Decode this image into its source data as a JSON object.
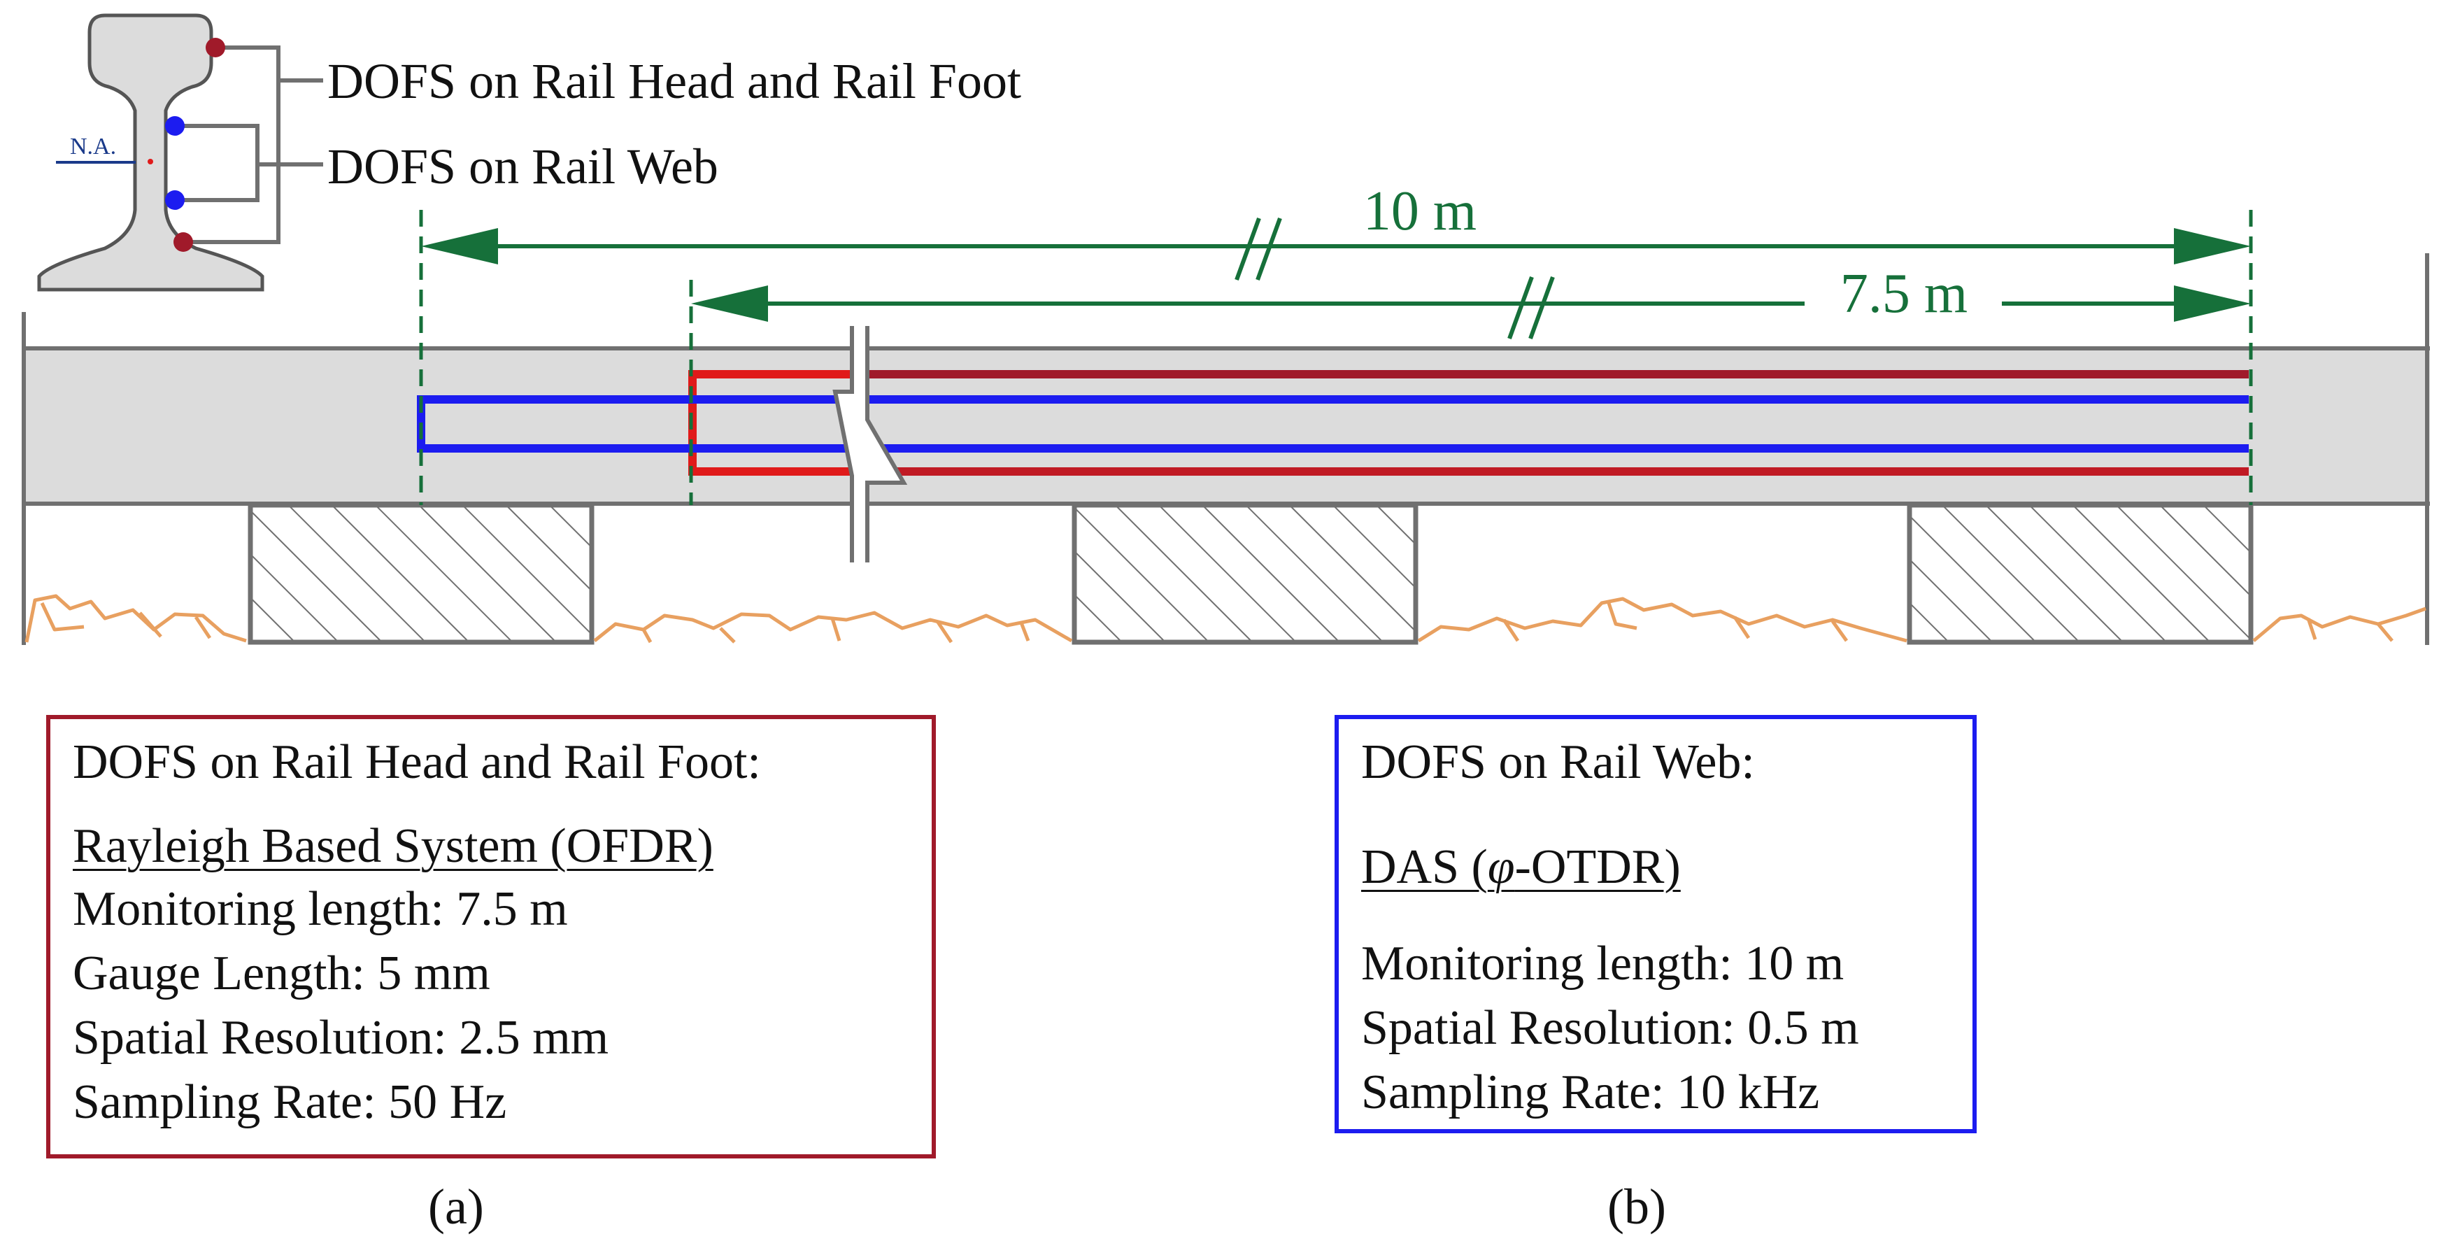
{
  "labels": {
    "top_head_foot": "DOFS on Rail Head and Rail Foot",
    "top_web": "DOFS on Rail Web",
    "neutral_axis": "N.A.",
    "dim_long": "10 m",
    "dim_short": "7.5 m"
  },
  "box_a": {
    "heading": "DOFS on Rail Head and Rail Foot:",
    "system": "Rayleigh Based System (OFDR)",
    "monitoring_length": "Monitoring length: 7.5 m",
    "gauge_length": "Gauge Length: 5 mm",
    "spatial_resolution": "Spatial Resolution: 2.5 mm",
    "sampling_rate": "Sampling Rate: 50 Hz"
  },
  "box_b": {
    "heading": "DOFS on Rail Web:",
    "system_prefix": "DAS (",
    "system_symbol": "φ",
    "system_suffix": "-OTDR)",
    "monitoring_length": "Monitoring length: 10 m",
    "spatial_resolution": "Spatial Resolution: 0.5 m",
    "sampling_rate": "Sampling Rate: 10 kHz"
  },
  "captions": {
    "a": "(a)",
    "b": "(b)"
  },
  "colors": {
    "rail_fill": "#dcdcdc",
    "outline_gray": "#707070",
    "fiber_red": "#e01a1a",
    "fiber_dark_red": "#a01a2a",
    "fiber_blue": "#1c1cf0",
    "dimension_green": "#16703a",
    "ballast_orange": "#e8a060",
    "box_a_border": "#a01a2a",
    "box_b_border": "#1c1cf0"
  }
}
